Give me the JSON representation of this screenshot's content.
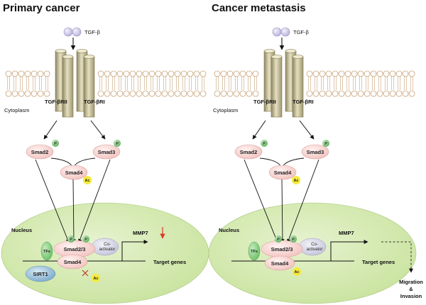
{
  "panels": [
    {
      "title": "Primary cancer",
      "ligand": "TGF-β",
      "cytoplasm": "Cytoplasm",
      "receptor_ii": "TGF-βRII",
      "receptor_i": "TGF-βRI",
      "smad2": "Smad2",
      "smad3": "Smad3",
      "smad4": "Smad4",
      "ac": "Ac",
      "p": "P",
      "nucleus": "Nucleus",
      "tfs": "TFs",
      "smad23": "Smad2/3",
      "coactivator_line1": "Co-",
      "coactivator_line2": "activator",
      "nuclear_smad4": "Smad4",
      "sirt1": "SIRT1",
      "nuclear_ac": "Ac",
      "mmp7": "MMP7",
      "target_genes": "Target genes"
    },
    {
      "title": "Cancer metastasis",
      "ligand": "TGF-β",
      "cytoplasm": "Cytoplasm",
      "receptor_ii": "TGF-βRII",
      "receptor_i": "TGF-βRI",
      "smad2": "Smad2",
      "smad3": "Smad3",
      "smad4": "Smad4",
      "ac": "Ac",
      "p": "P",
      "nucleus": "Nucleus",
      "tfs": "TFs",
      "smad23": "Smad2/3",
      "coactivator_line1": "Co-",
      "coactivator_line2": "activator",
      "nuclear_smad4": "Smad4",
      "nuclear_ac": "Ac",
      "mmp7": "MMP7",
      "target_genes": "Target genes",
      "outcome_line1": "Migration",
      "outcome_line2": "&",
      "outcome_line3": "Invasion"
    }
  ],
  "colors": {
    "membrane": "#c8a37a",
    "receptor": "#cdc4a0",
    "nucleus": "#d8ecb4",
    "smad": "#f6d3d1",
    "phospho": "#7ec47b",
    "acetyl": "#f5ea3c",
    "tfs": "#8fd08a",
    "sirt1": "#8ab8d6",
    "coactivator": "#d9d9ea",
    "ligand": "#c9c3e3",
    "downregulation_arrow": "#d83a24"
  }
}
